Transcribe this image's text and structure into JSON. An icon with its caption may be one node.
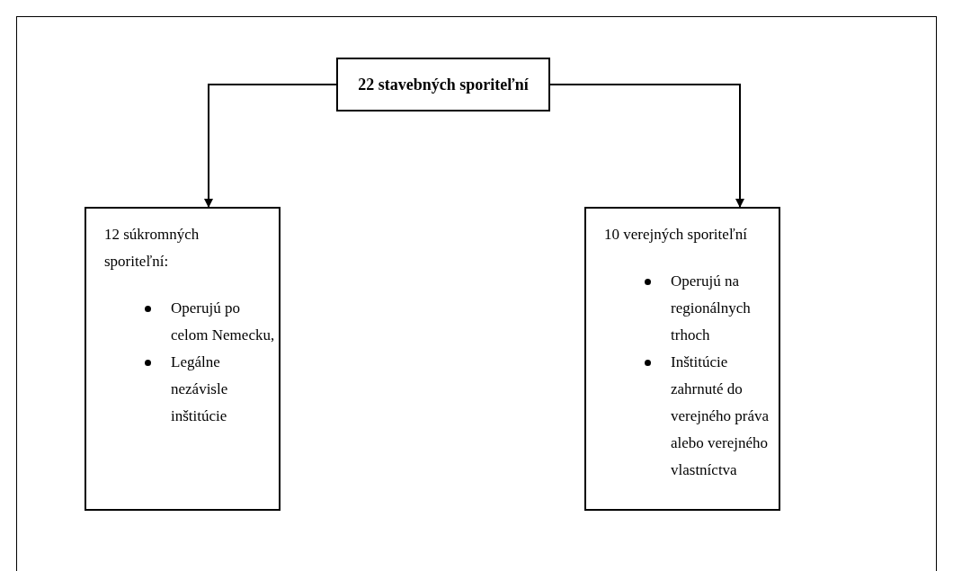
{
  "diagram": {
    "nodes": [
      {
        "text": [
          "22 stavebných sporiteľní"
        ]
      },
      {
        "text": [
          "12 súkromných sporiteľní:",
          "Operujú po celom Nemecku,",
          "Legálne nezávisle inštitúcie"
        ]
      },
      {
        "text": [
          "10 verejných sporiteľní",
          "Operujú na regionálnych trhoch",
          "Inštitúcie zahrnuté do verejného práva alebo verejného vlastníctva"
        ]
      }
    ],
    "edges": [
      {
        "from": 0,
        "to": 1,
        "arrow": "to"
      },
      {
        "from": 0,
        "to": 2,
        "arrow": "to"
      }
    ]
  }
}
